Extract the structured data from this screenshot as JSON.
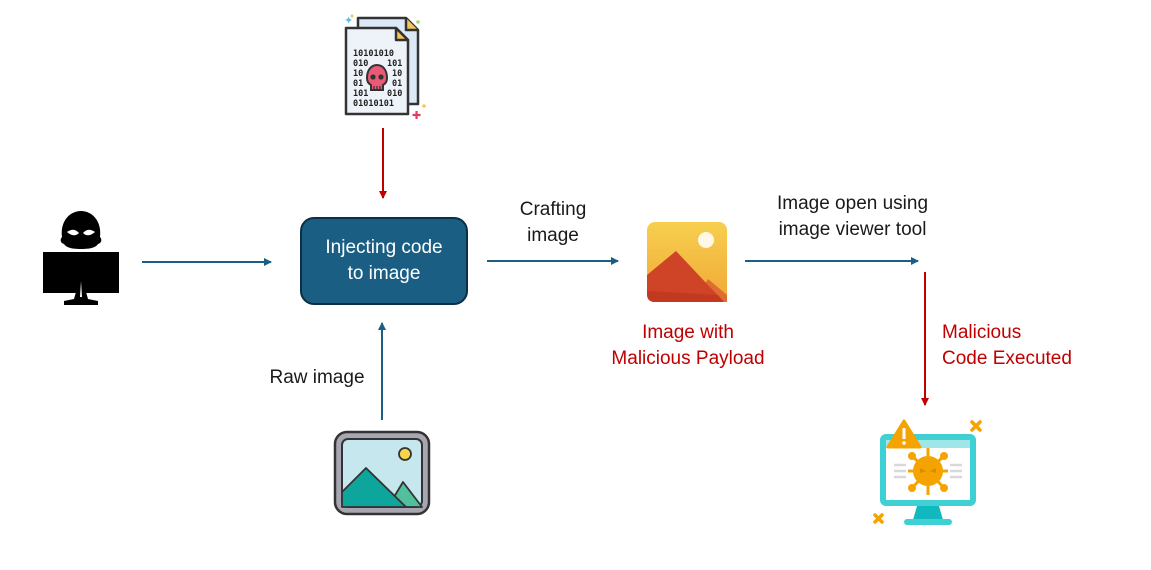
{
  "diagram": {
    "title": "Image-based malicious code injection flow",
    "nodes": {
      "attacker": {
        "icon": "hacker-computer-icon"
      },
      "malicious_code": {
        "icon": "malicious-binary-file-icon",
        "binary_lines": [
          "10101010",
          "010      101",
          "10          10",
          "01          01",
          "101      010",
          "01010101"
        ]
      },
      "process": {
        "line1": "Injecting code",
        "line2": "to image"
      },
      "raw_image": {
        "icon": "raw-image-icon",
        "label": "Raw image"
      },
      "payload_image": {
        "icon": "payload-image-icon",
        "line1": "Image with",
        "line2": "Malicious Payload"
      },
      "infected_computer": {
        "icon": "infected-computer-icon",
        "line1": "Malicious",
        "line2": "Code Executed"
      }
    },
    "edges": {
      "crafting": {
        "line1": "Crafting",
        "line2": "image"
      },
      "viewer": {
        "line1": "Image open using",
        "line2": "image viewer tool"
      }
    },
    "colors": {
      "flow_arrow": "#1a5e84",
      "malicious_arrow": "#c00000",
      "process_box": "#1a5e84",
      "malicious_text": "#c00000"
    }
  }
}
